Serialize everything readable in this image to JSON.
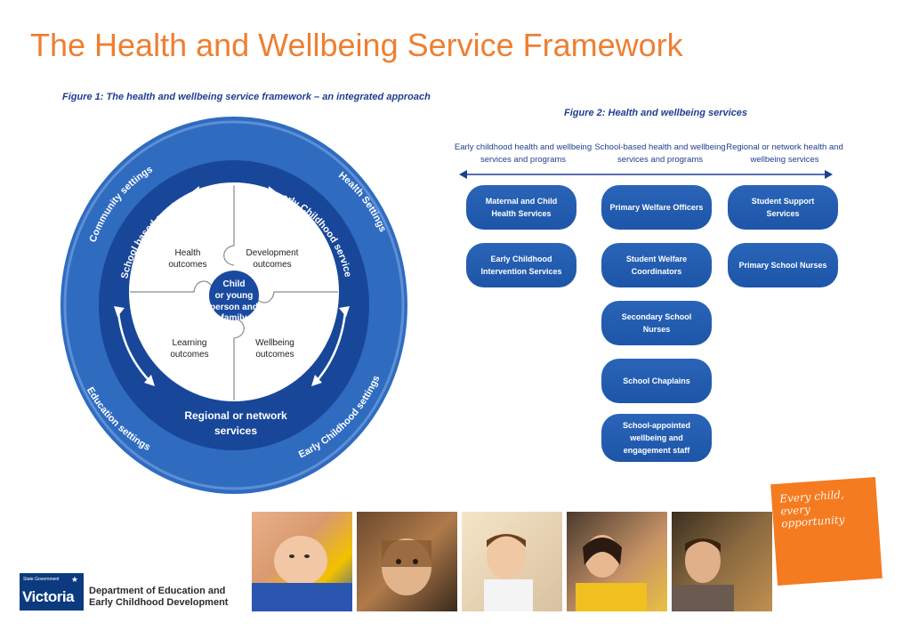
{
  "page": {
    "title": "The Health and Wellbeing Service Framework"
  },
  "figure1": {
    "caption": "Figure 1: The health and wellbeing service framework – an integrated approach",
    "outer_labels": [
      "Community settings",
      "Health Settings",
      "Education settings",
      "Early Childhood settings"
    ],
    "middle_labels": [
      "School based services",
      "Early Childhood services",
      "Regional or network services"
    ],
    "puzzle": [
      "Health outcomes",
      "Development outcomes",
      "Learning outcomes",
      "Wellbeing outcomes"
    ],
    "center": "Child or young person and family",
    "colors": {
      "outer": "#2f6cc0",
      "middle": "#18479a",
      "center": "#1a4aa0"
    }
  },
  "figure2": {
    "caption": "Figure 2: Health and wellbeing services",
    "columns": [
      {
        "heading": "Early childhood health and wellbeing services and programs",
        "items": [
          "Maternal and Child Health Services",
          "Early Childhood Intervention Services"
        ]
      },
      {
        "heading": "School-based health and wellbeing services and programs",
        "items": [
          "Primary Welfare Officers",
          "Student Welfare Coordinators",
          "Secondary School Nurses",
          "School Chaplains",
          "School-appointed wellbeing and engagement staff"
        ]
      },
      {
        "heading": "Regional or network health and wellbeing services",
        "items": [
          "Student Support Services",
          "Primary School Nurses"
        ]
      }
    ]
  },
  "slogan": "Every child, every opportunity",
  "footer": {
    "logo_small": "State Government",
    "logo_big": "Victoria",
    "department": [
      "Department of Education and",
      "Early Childhood Development"
    ]
  },
  "colors": {
    "title": "#ee7f32",
    "pill": "#1d56a8",
    "orange": "#f47b20"
  }
}
